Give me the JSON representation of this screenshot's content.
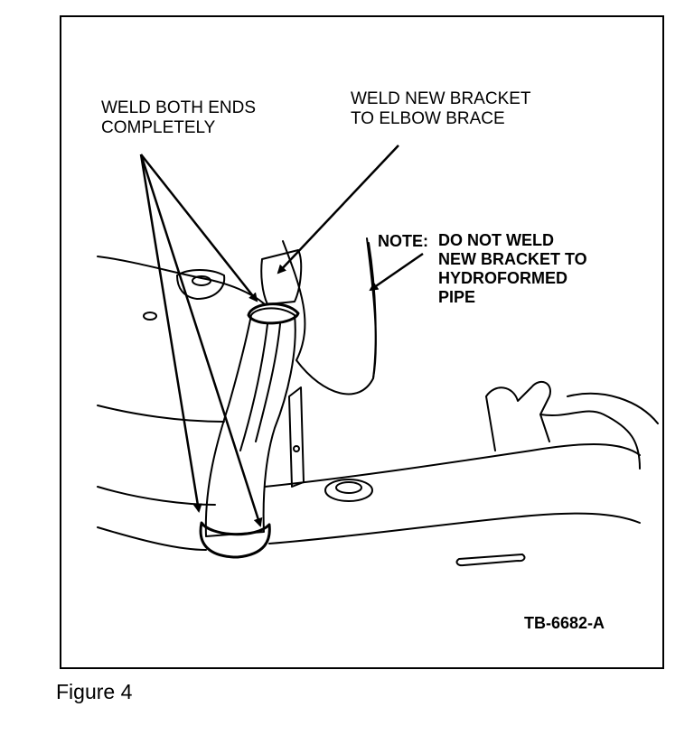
{
  "callouts": {
    "weld_ends": [
      "WELD BOTH ENDS",
      "COMPLETELY"
    ],
    "weld_bracket": [
      "WELD NEW BRACKET",
      "TO ELBOW BRACE"
    ],
    "note_label": "NOTE:",
    "note_body": [
      "DO NOT WELD",
      "NEW BRACKET TO",
      "HYDROFORMED",
      "PIPE"
    ]
  },
  "figure_code": "TB-6682-A",
  "caption": "Figure 4"
}
